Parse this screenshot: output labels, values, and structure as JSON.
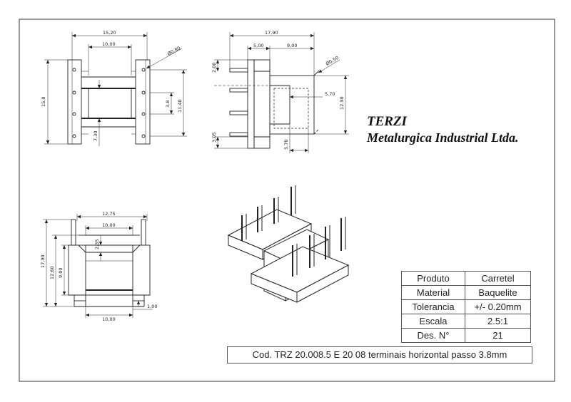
{
  "company": {
    "name": "TERZI",
    "full_name": "Metalurgica Industrial Ltda."
  },
  "front_view": {
    "dims": {
      "overall_width": "15,20",
      "inner_width": "10,00",
      "pin_diameter": "Ø0,80",
      "height": "15,0",
      "window": "11,40",
      "pitch": "3,8",
      "flange": "7,30"
    }
  },
  "side_view": {
    "dims": {
      "overall_length": "17,90",
      "pin_offset": "5,00",
      "body_length": "9,00",
      "pin_diameter": "Ø0,50",
      "top_gap": "2,00",
      "core_width": "5,70",
      "height": "12,90",
      "bottom_gap": "3,05",
      "core_depth": "5,70"
    }
  },
  "bottom_view": {
    "dims": {
      "overall_width": "12,75",
      "inner_width": "10,00",
      "offset": "2,35",
      "overall_height": "17,90",
      "height": "12,60",
      "window": "9,00",
      "base_width": "10,00",
      "pin_height": "1,00"
    }
  },
  "title_block": {
    "rows": [
      {
        "label": "Produto",
        "value": "Carretel"
      },
      {
        "label": "Material",
        "value": "Baquelite"
      },
      {
        "label": "Tolerancia",
        "value": "+/-  0.20mm"
      },
      {
        "label": "Escala",
        "value": "2.5:1"
      },
      {
        "label": "Des. N°",
        "value": "21"
      }
    ],
    "code": "Cod. TRZ 20.008.5 E 20 08 terminais horizontal passo 3.8mm"
  }
}
